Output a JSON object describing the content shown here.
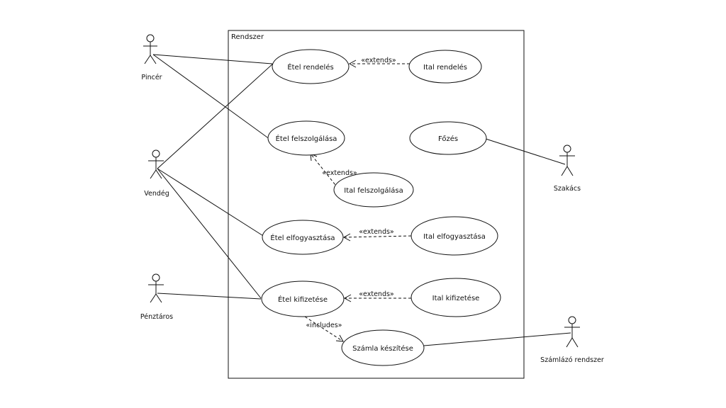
{
  "system": {
    "label": "Rendszer"
  },
  "actors": [
    {
      "id": "pincer",
      "label": "Pincér"
    },
    {
      "id": "vendeg",
      "label": "Vendég"
    },
    {
      "id": "penztaros",
      "label": "Pénztáros"
    },
    {
      "id": "szakacs",
      "label": "Szakács"
    },
    {
      "id": "szamlazo",
      "label": "Számlázó rendszer"
    }
  ],
  "use_cases": [
    {
      "id": "etel_rendeles",
      "label": "Étel rendelés"
    },
    {
      "id": "ital_rendeles",
      "label": "Ital rendelés"
    },
    {
      "id": "etel_felszolgalasa",
      "label": "Étel felszolgálása"
    },
    {
      "id": "fozes",
      "label": "Főzés"
    },
    {
      "id": "ital_felszolgalasa",
      "label": "Ital felszolgálása"
    },
    {
      "id": "etel_elfogyasztasa",
      "label": "Étel elfogyasztása"
    },
    {
      "id": "ital_elfogyasztasa",
      "label": "Ital elfogyasztása"
    },
    {
      "id": "etel_kifizetese",
      "label": "Étel kifizetése"
    },
    {
      "id": "ital_kifizetese",
      "label": "Ital kifizetése"
    },
    {
      "id": "szamla_keszitese",
      "label": "Számla készítése"
    }
  ],
  "associations": [
    {
      "actor": "pincer",
      "use_case": "etel_rendeles"
    },
    {
      "actor": "pincer",
      "use_case": "etel_felszolgalasa"
    },
    {
      "actor": "vendeg",
      "use_case": "etel_rendeles"
    },
    {
      "actor": "vendeg",
      "use_case": "etel_elfogyasztasa"
    },
    {
      "actor": "vendeg",
      "use_case": "etel_kifizetese"
    },
    {
      "actor": "penztaros",
      "use_case": "etel_kifizetese"
    },
    {
      "actor": "szakacs",
      "use_case": "fozes"
    },
    {
      "actor": "szamlazo",
      "use_case": "szamla_keszitese"
    }
  ],
  "dependencies": [
    {
      "from": "ital_rendeles",
      "to": "etel_rendeles",
      "label": "«extends»"
    },
    {
      "from": "ital_felszolgalasa",
      "to": "etel_felszolgalasa",
      "label": "«extends»"
    },
    {
      "from": "ital_elfogyasztasa",
      "to": "etel_elfogyasztasa",
      "label": "«extends»"
    },
    {
      "from": "ital_kifizetese",
      "to": "etel_kifizetese",
      "label": "«extends»"
    },
    {
      "from": "etel_kifizetese",
      "to": "szamla_keszitese",
      "label": "«includes»"
    }
  ]
}
